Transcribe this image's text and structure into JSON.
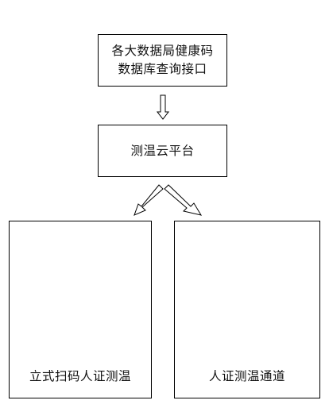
{
  "nodes": {
    "top": {
      "line1": "各大数据局健康码",
      "line2": "数据库查询接口"
    },
    "middle": {
      "label": "测温云平台"
    },
    "left": {
      "label": "立式扫码人证测温"
    },
    "right": {
      "label": "人证测温通道"
    }
  },
  "colors": {
    "stroke": "#000000",
    "device_dark": "#1e1e1e",
    "device_silver": "#b9b9b9",
    "screen_blue": "#3a4d9c"
  },
  "icons": [
    "face-terminal-icon",
    "card-reader-icon",
    "stand-pole-icon",
    "turnstile-gate-icon"
  ]
}
